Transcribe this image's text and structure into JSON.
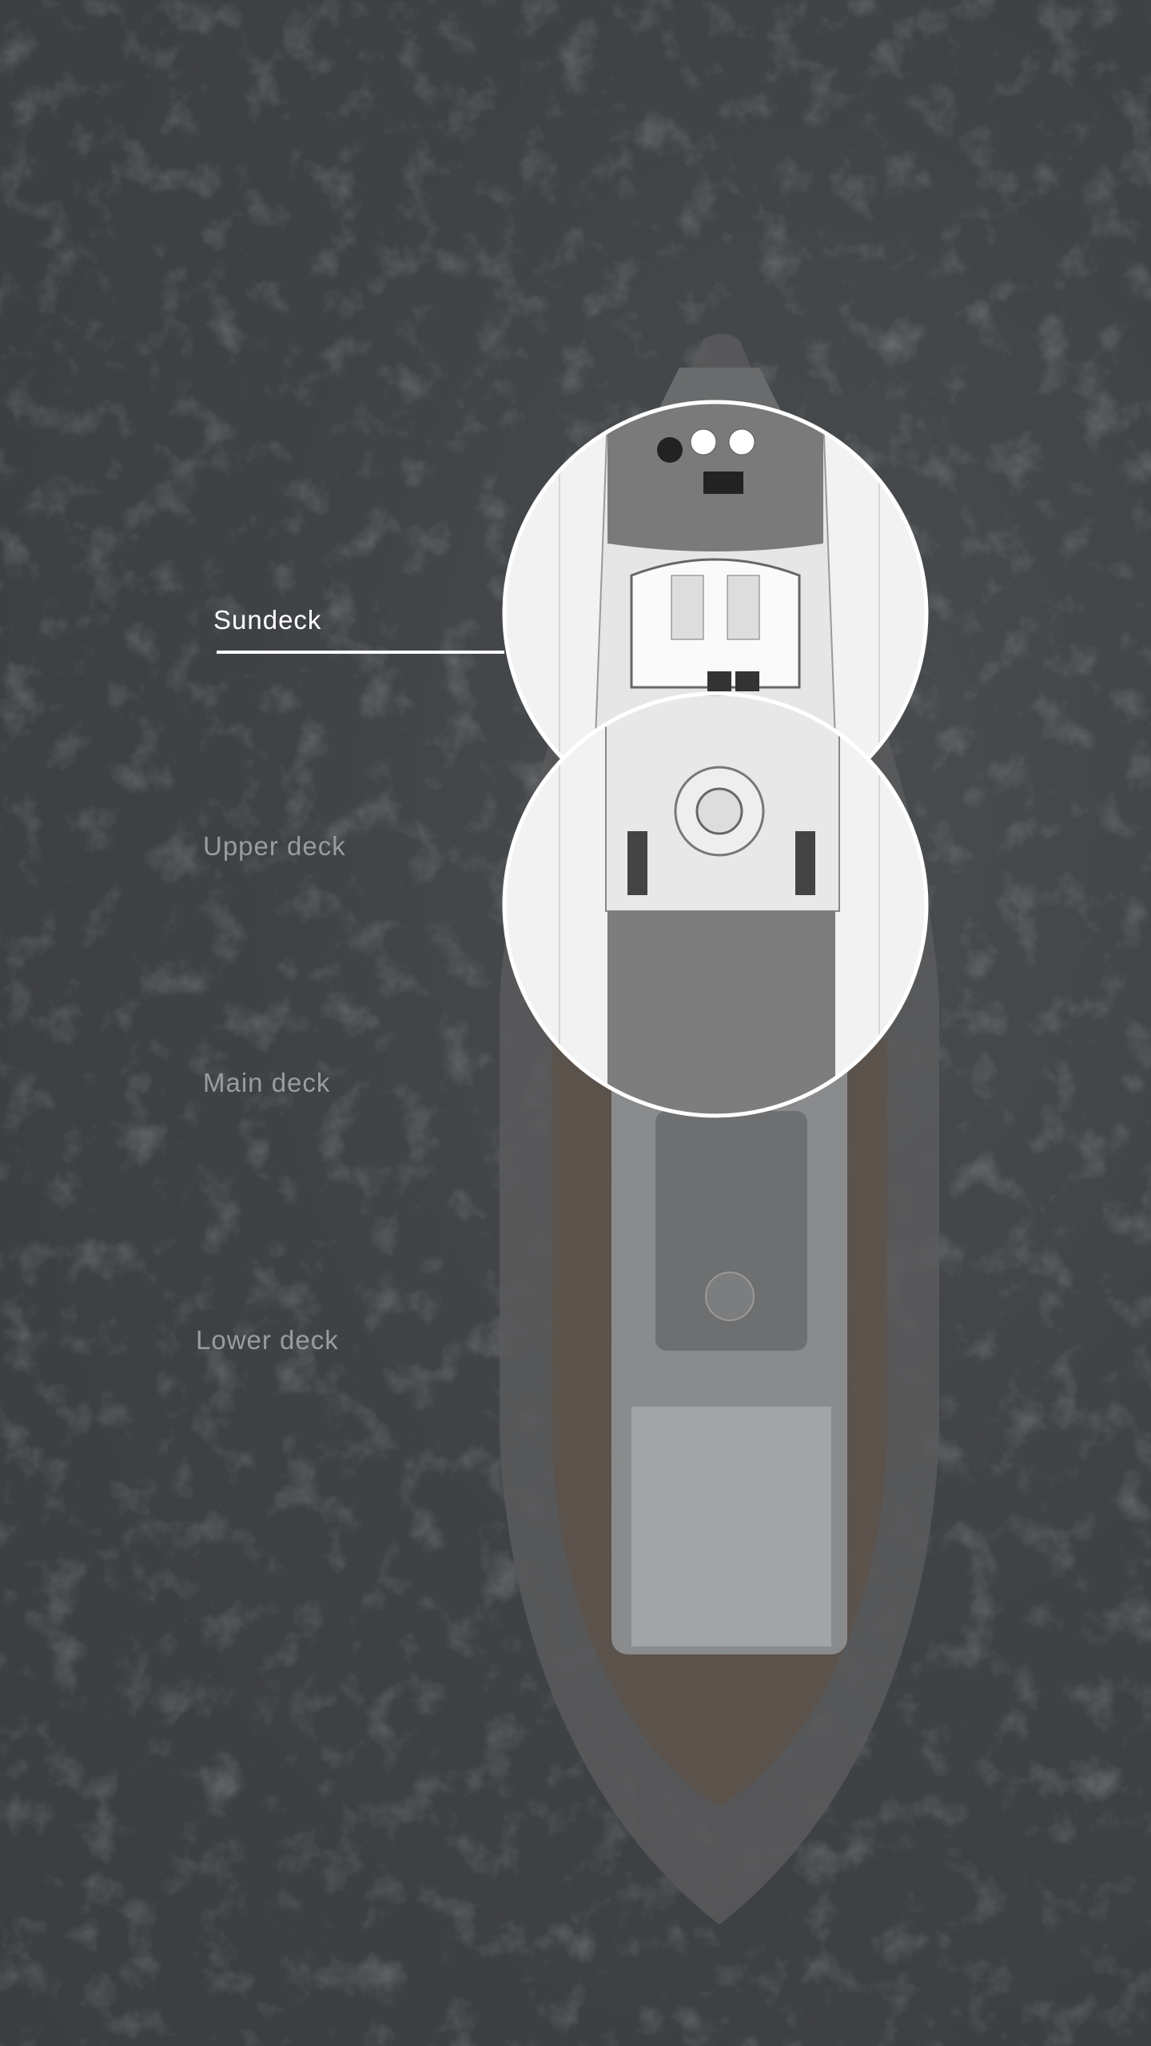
{
  "decks": [
    {
      "label": "Sundeck",
      "active": true
    },
    {
      "label": "Upper deck",
      "active": false
    },
    {
      "label": "Main deck",
      "active": false
    },
    {
      "label": "Lower deck",
      "active": false
    }
  ],
  "colors": {
    "background": "#404346",
    "active_label": "#ffffff",
    "inactive_label": "#9b9c9d",
    "highlight_ring": "#ffffff"
  }
}
